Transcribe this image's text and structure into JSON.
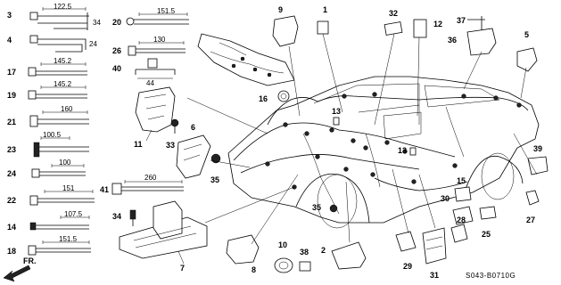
{
  "callouts": [
    "1",
    "2",
    "3",
    "4",
    "5",
    "6",
    "7",
    "8",
    "9",
    "10",
    "11",
    "12",
    "13",
    "14",
    "15",
    "16",
    "17",
    "18",
    "19",
    "20",
    "21",
    "22",
    "23",
    "24",
    "25",
    "26",
    "27",
    "28",
    "29",
    "30",
    "31",
    "32",
    "33",
    "34",
    "35",
    "36",
    "37",
    "38",
    "39",
    "40",
    "41"
  ],
  "callout_repeat": {
    "13": "13",
    "35": "35"
  },
  "dimensions": {
    "d3": "122.5",
    "d3h": "34",
    "d4h": "24",
    "d17": "145.2",
    "d19": "145.2",
    "d21": "160",
    "d23": "100.5",
    "d24": "100",
    "d22": "151",
    "d14": "107.5",
    "d18": "151.5",
    "d20": "151.5",
    "d26": "130",
    "d40": "44",
    "d41": "260"
  },
  "drawing_code": "S043-B0710G",
  "front_label": "FR."
}
